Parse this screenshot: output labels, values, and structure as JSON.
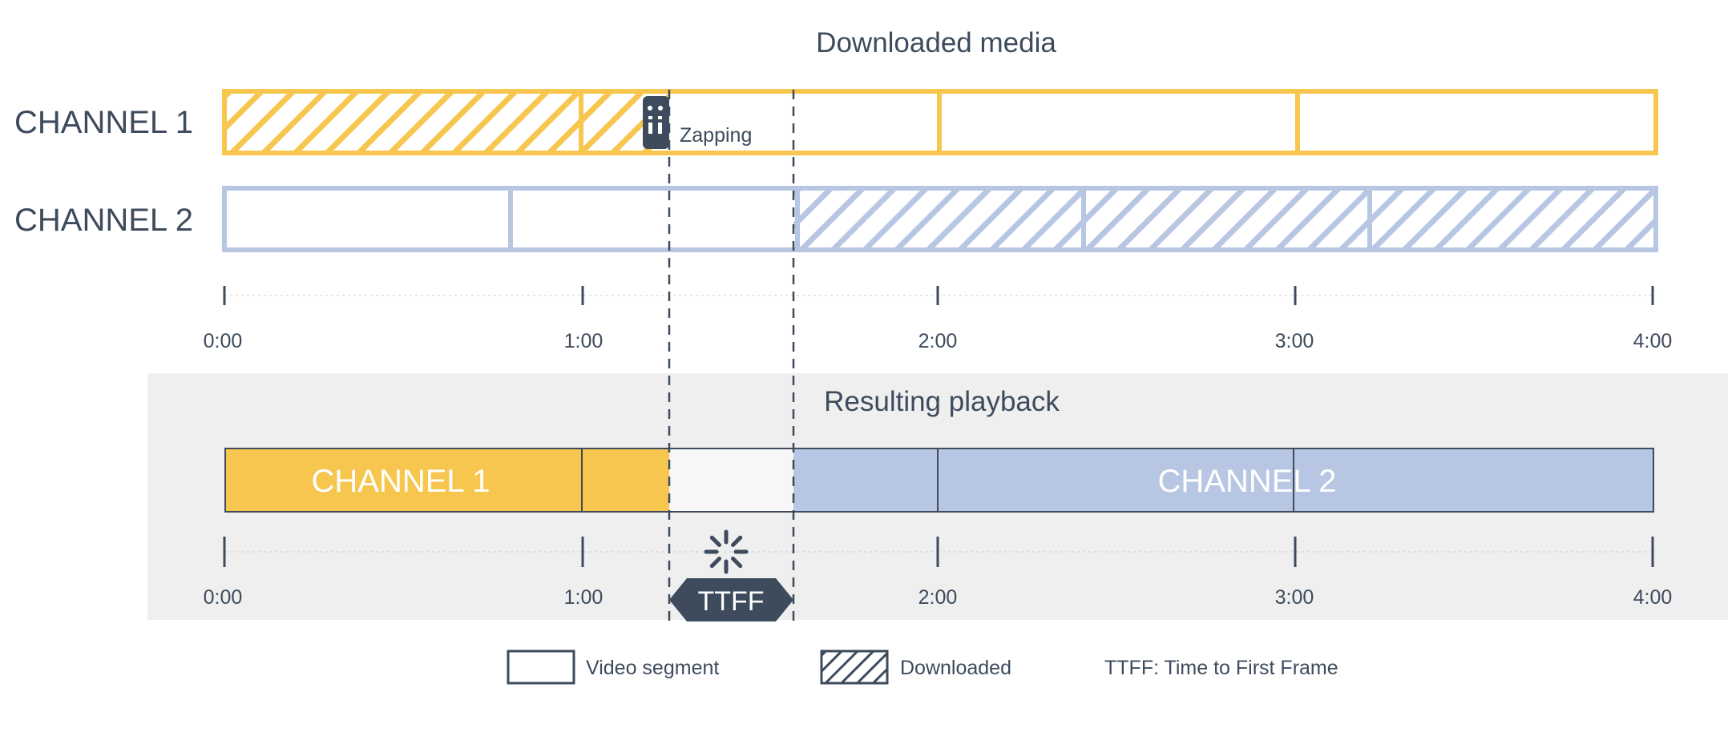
{
  "titles": {
    "downloaded": "Downloaded media",
    "playback": "Resulting playback"
  },
  "rows": {
    "channel1": "CHANNEL 1",
    "channel2": "CHANNEL 2"
  },
  "zapping_label": "Zapping",
  "ticks": [
    "0:00",
    "1:00",
    "2:00",
    "3:00",
    "4:00"
  ],
  "playback_labels": {
    "channel1": "CHANNEL 1",
    "channel2": "CHANNEL 2",
    "ttff": "TTFF"
  },
  "legend": {
    "segment": "Video segment",
    "downloaded": "Downloaded",
    "ttff": "TTFF: Time to First Frame"
  },
  "colors": {
    "channel1": "#f7c64f",
    "channel2": "#b7c6e2",
    "dark": "#3d4b5c",
    "panel": "#efefef"
  },
  "icons": {
    "zapping": "remote-control-icon",
    "loading": "loading-spinner-icon",
    "ttff": "double-arrow-icon"
  }
}
